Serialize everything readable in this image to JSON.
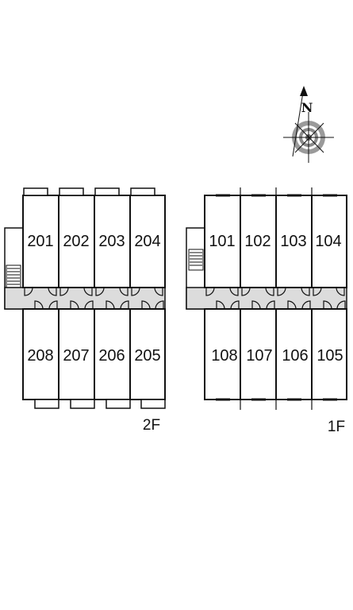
{
  "compass": {
    "north_label": "N",
    "icon": "compass-rose-icon"
  },
  "floors": [
    {
      "id": "2F",
      "label": "2F",
      "top_units": [
        "201",
        "202",
        "203",
        "204"
      ],
      "bottom_units": [
        "208",
        "207",
        "206",
        "205"
      ]
    },
    {
      "id": "1F",
      "label": "1F",
      "top_units": [
        "101",
        "102",
        "103",
        "104"
      ],
      "bottom_units": [
        "108",
        "107",
        "106",
        "105"
      ]
    }
  ]
}
